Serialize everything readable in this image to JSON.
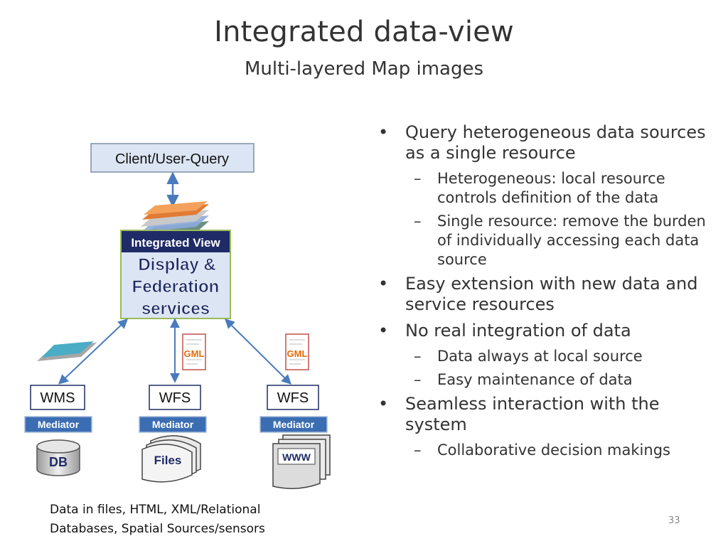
{
  "slide": {
    "title": "Integrated data-view",
    "subtitle": "Multi-layered Map images",
    "page_number": "33"
  },
  "diagram": {
    "client_query": "Client/User-Query",
    "integrated_view_header": "Integrated View",
    "integrated_view_body": [
      "Display &",
      "Federation",
      "services"
    ],
    "services": [
      {
        "name": "WMS",
        "mediator": "Mediator",
        "store": "DB"
      },
      {
        "name": "WFS",
        "mediator": "Mediator",
        "store": "Files",
        "payload": "GML"
      },
      {
        "name": "WFS",
        "mediator": "Mediator",
        "store": "WWW",
        "payload": "GML"
      }
    ],
    "caption": "Data in files, HTML, XML/Relational Databases, Spatial Sources/sensors",
    "colors": {
      "client_box": "#dbe5f3",
      "integrated_header": "#1f2b66",
      "integrated_body": "#dbe5f3",
      "mediator": "#3b6db3",
      "arrow": "#4a7bbd",
      "gml": "#e46c0a"
    }
  },
  "bullets": [
    {
      "text": "Query heterogeneous data sources as a single resource",
      "sub": [
        "Heterogeneous: local resource controls definition of the data",
        "Single resource: remove the burden of individually accessing each data source"
      ]
    },
    {
      "text": "Easy extension with new data and service resources",
      "sub": []
    },
    {
      "text": "No real integration of data",
      "sub": [
        "Data always at local source",
        "Easy maintenance of data"
      ]
    },
    {
      "text": "Seamless interaction with the system",
      "sub": [
        "Collaborative decision makings"
      ]
    }
  ]
}
